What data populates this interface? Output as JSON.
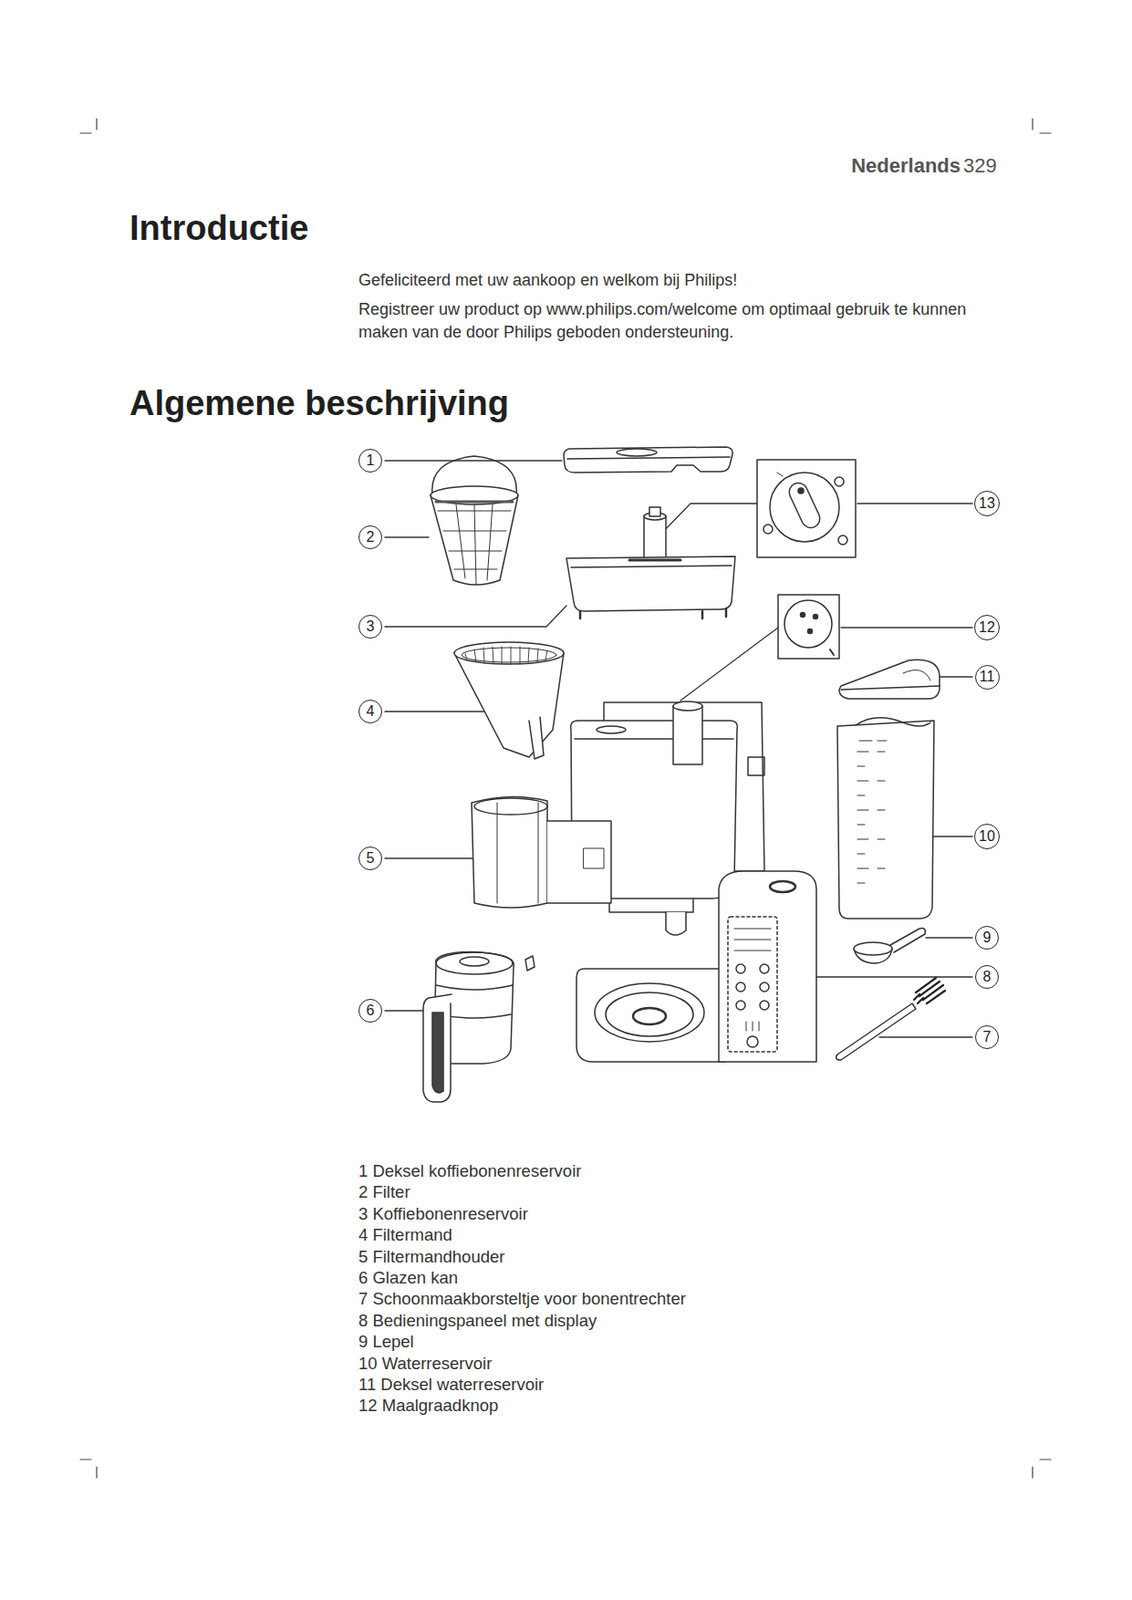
{
  "diagram": {
    "nodes": [
      {
        "text": [
          "1"
        ]
      },
      {
        "text": [
          "2"
        ]
      },
      {
        "text": [
          "3"
        ]
      },
      {
        "text": [
          "4"
        ]
      },
      {
        "text": [
          "5"
        ]
      },
      {
        "text": [
          "6"
        ]
      },
      {
        "text": [
          "7"
        ]
      },
      {
        "text": [
          "8"
        ]
      },
      {
        "text": [
          "9"
        ]
      },
      {
        "text": [
          "10"
        ]
      },
      {
        "text": [
          "11"
        ]
      },
      {
        "text": [
          "12"
        ]
      },
      {
        "text": [
          "13"
        ]
      }
    ],
    "labels": [
      "Nederlands",
      "329",
      "Introductie",
      "Gefeliciteerd met uw aankoop en welkom bij Philips!",
      "Registreer uw product op www.philips.com/welcome om optimaal gebruik te kunnen maken van de door Philips geboden ondersteuning.",
      "Algemene beschrijving",
      "1 Deksel koffiebonenreservoir",
      "2 Filter",
      "3 Koffiebonenreservoir",
      "4 Filtermand",
      "5 Filtermandhouder",
      "6 Glazen kan",
      "7 Schoonmaakborsteltje voor bonentrechter",
      "8 Bedieningspaneel met display",
      "9 Lepel",
      "10 Waterreservoir",
      "11 Deksel waterreservoir",
      "12 Maalgraadknop"
    ]
  }
}
